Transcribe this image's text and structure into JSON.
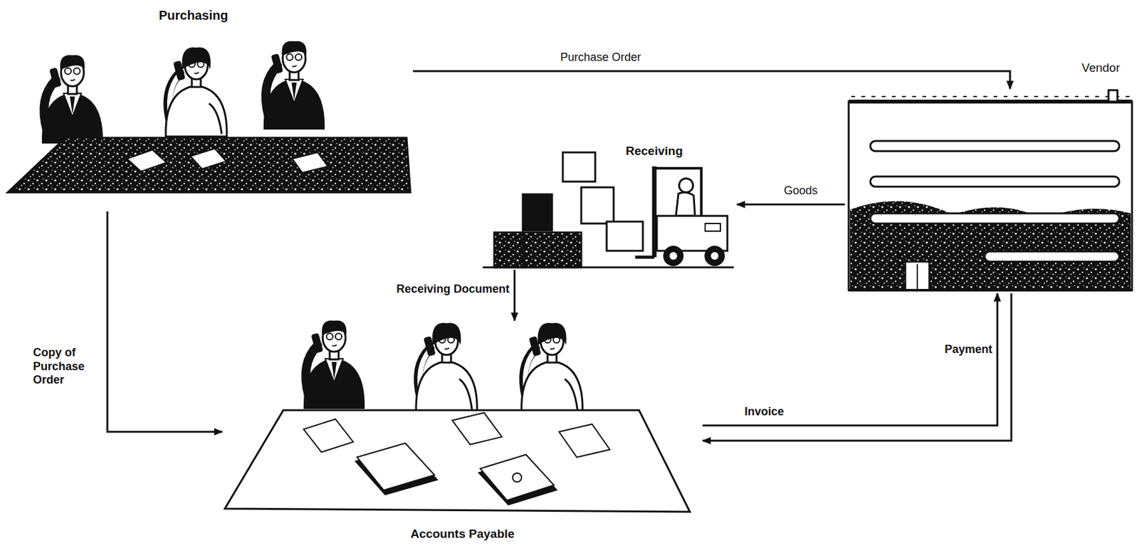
{
  "diagram": {
    "nodes": [
      {
        "text": [
          "Purchasing"
        ]
      },
      {
        "text": [
          "Vendor"
        ]
      },
      {
        "text": [
          "Receiving"
        ]
      },
      {
        "text": [
          "Accounts Payable"
        ]
      }
    ],
    "edges": [
      {
        "from": 0,
        "to": 1,
        "label": "Purchase Order",
        "arrow": "to"
      },
      {
        "from": 1,
        "to": 2,
        "label": "Goods",
        "arrow": "to"
      },
      {
        "from": 2,
        "to": 3,
        "label": "Receiving Document",
        "arrow": "to"
      },
      {
        "from": 0,
        "to": 3,
        "label": "Copy of Purchase Order",
        "arrow": "to"
      },
      {
        "from": 1,
        "to": 3,
        "label": "Invoice",
        "arrow": "to"
      },
      {
        "from": 3,
        "to": 1,
        "label": "Payment",
        "arrow": "to"
      }
    ]
  }
}
